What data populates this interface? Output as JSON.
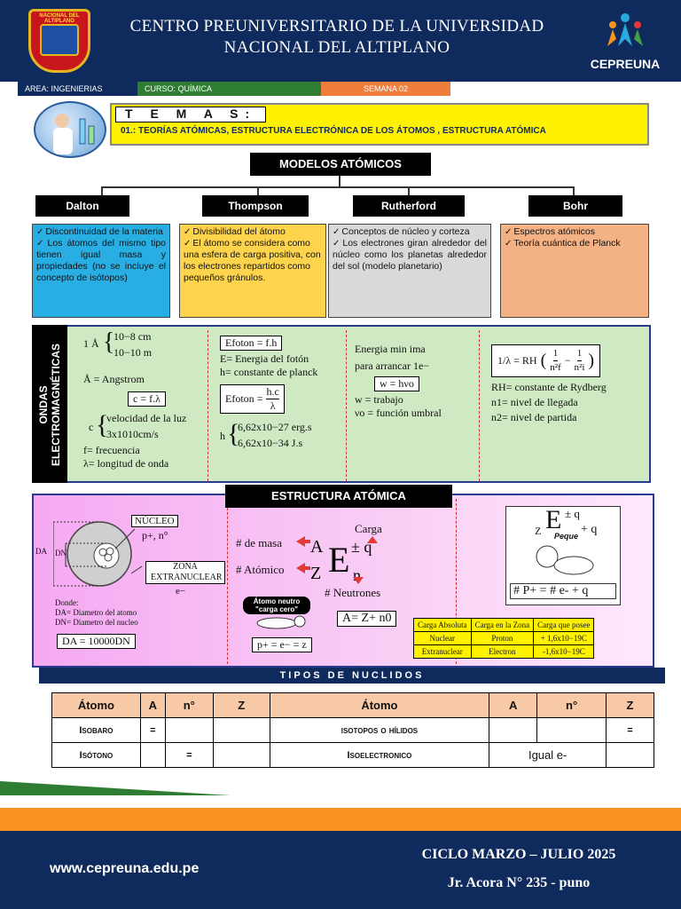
{
  "header": {
    "title_line1": "CENTRO PREUNIVERSITARIO DE LA UNIVERSIDAD",
    "title_line2": "NACIONAL DEL ALTIPLANO",
    "shield_text": "NACIONAL DEL ALTIPLANO",
    "logo_text": "CEPREUNA"
  },
  "stripe": {
    "area": "AREA: INGENIERIAS",
    "curso": "CURSO: QUÍMICA",
    "semana": "SEMANA 02"
  },
  "topic": {
    "temas": "T E M A S:",
    "line": "01.: TEORÍAS ATÓMICAS,  ESTRUCTURA ELECTRÓNICA DE LOS ÁTOMOS , ESTRUCTURA ATÓMICA"
  },
  "models": {
    "heading": "MODELOS ATÓMICOS",
    "dalton": {
      "name": "Dalton",
      "items": [
        "Discontinuidad de la materia",
        "Los átomos del mismo tipo tienen igual masa y propiedades (no se incluye el concepto de isótopos)"
      ]
    },
    "thompson": {
      "name": "Thompson",
      "items": [
        "Divisibilidad del átomo",
        "El átomo se considera como una esfera de carga positiva, con los electrones repartidos como pequeños gránulos."
      ]
    },
    "rutherford": {
      "name": "Rutherford",
      "items": [
        "Conceptos de núcleo y corteza",
        "Los electrones giran alrededor del núcleo como los planetas alrededor del sol (modelo planetario)"
      ]
    },
    "bohr": {
      "name": "Bohr",
      "items": [
        "Espectros atómicos",
        "Teoría cuántica de Planck"
      ]
    }
  },
  "waves": {
    "side_label_1": "ONDAS",
    "side_label_2": "ELECTROMAGNÉTICAS",
    "angstrom_unit": "1 Å",
    "angstrom_cm": "10−8 cm",
    "angstrom_m": "10−10 m",
    "angstrom_def": "Å = Angstrom",
    "c_formula": "c = f.λ",
    "c_label": "c",
    "c_line1": "velocidad de la luz",
    "c_line2": "3x1010cm/s",
    "f_def": "f= frecuencia",
    "lambda_def": "λ= longitud de onda",
    "efoton1": "Efoton = f.h",
    "efoton_def": "E= Energia del fotón",
    "h_def": "h= constante de planck",
    "efoton2_left": "Efoton =",
    "efoton2_num": "h.c",
    "efoton2_den": "λ",
    "h_label": "h",
    "h_val1": "6,62x10−27 erg.s",
    "h_val2": "6,62x10−34 J.s",
    "energy_line1": "Energia min ima",
    "energy_line2": "para arrancar 1e−",
    "w_formula": "w = hνo",
    "w_def": "w = trabajo",
    "v_def": "νo = función umbral",
    "rydberg_left": "1/λ = RH",
    "rydberg_def": "RH= constante de Rydberg",
    "n1_def": "n1= nivel de llegada",
    "n2_def": "n2= nivel de partida"
  },
  "structure": {
    "heading": "ESTRUCTURA ATÓMICA",
    "nucleo": "NÚCLEO",
    "nucleo_sub": "p+, n°",
    "zona": "ZONA EXTRANUCLEAR",
    "zona_sub": "e−",
    "da_label": "DA",
    "dn_label": "DN",
    "donde": "Donde:",
    "da_def": "DA= Diametro del atomo",
    "dn_def": "DN= Diametro del nucleo",
    "relation": "DA = 10000DN",
    "carga": "Carga",
    "masa": "# de masa",
    "atomico": "# Atómico",
    "neutrones": "# Neutrones",
    "neutro_box": "Átomo neutro \"carga cero\"",
    "p_eq": "p+ = e− = z",
    "a_eq": "A= Z+ n0",
    "peque_label": "Peque",
    "p_formula": "# P+ =  # e-  +  q",
    "symbol_tl": "Z",
    "symbol_tr": "± q"
  },
  "charge_table": {
    "headers": [
      "Carga Absoluta",
      "Carga en la Zona",
      "Carga que posee"
    ],
    "rows": [
      [
        "Nuclear",
        "Proton",
        "+ 1,6x10−19C"
      ],
      [
        "Extranuclear",
        "Electron",
        "-1,6x10−19C"
      ]
    ]
  },
  "nuclides": {
    "heading": "TIPOS DE NUCLIDOS",
    "headers": [
      "Átomo",
      "A",
      "n°",
      "Z",
      "Átomo",
      "A",
      "n°",
      "Z"
    ],
    "rows": [
      [
        "Isobaro",
        "=",
        "",
        "",
        "isotopos o hílidos",
        "",
        "",
        "="
      ],
      [
        "Isótono",
        "",
        "=",
        "",
        "Isoelectronico",
        "Igual e-",
        "",
        ""
      ]
    ]
  },
  "footer": {
    "url": "www.cepreuna.edu.pe",
    "cycle": "CICLO MARZO – JULIO 2025",
    "address": "Jr. Acora N° 235 - puno"
  }
}
